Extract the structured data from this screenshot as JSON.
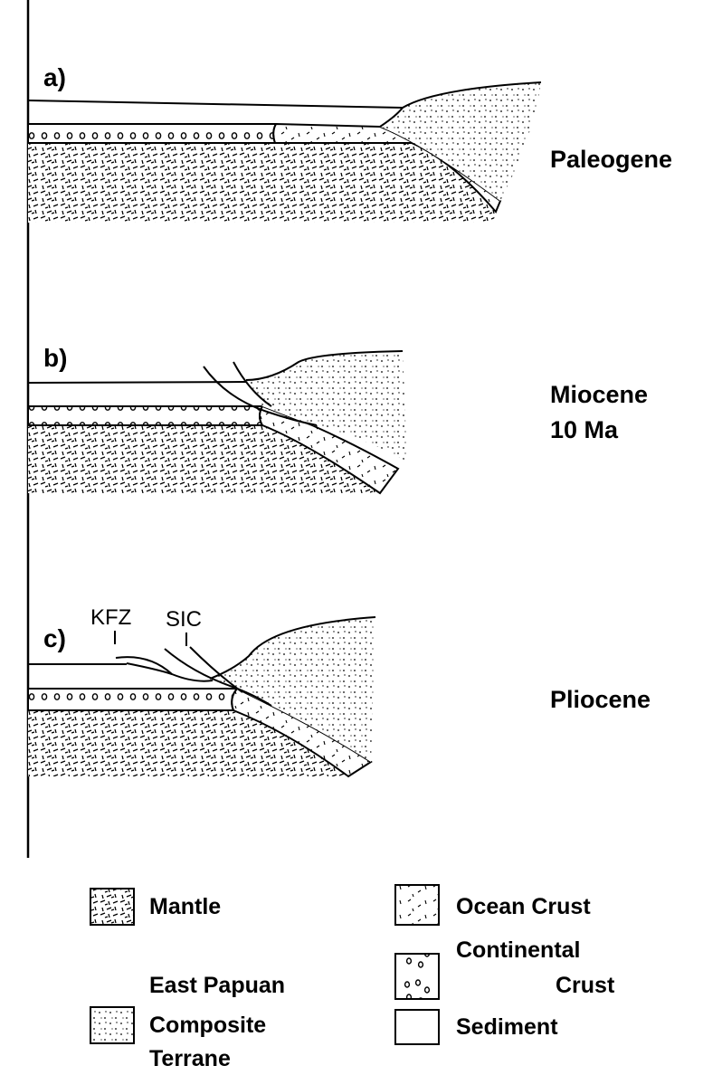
{
  "panels": [
    {
      "id": "a",
      "label": "a)",
      "era": [
        "Paleogene"
      ]
    },
    {
      "id": "b",
      "label": "b)",
      "era": [
        "Miocene",
        "10 Ma"
      ]
    },
    {
      "id": "c",
      "label": "c)",
      "era": [
        "Pliocene"
      ]
    }
  ],
  "faults": [
    {
      "label": "KFZ"
    },
    {
      "label": "SIC"
    }
  ],
  "legend": {
    "mantle": [
      "Mantle"
    ],
    "terrane": [
      "East Papuan",
      "Composite",
      "Terrane"
    ],
    "ocean": [
      "Ocean Crust"
    ],
    "continental": [
      "Continental",
      "Crust"
    ],
    "sediment": [
      "Sediment"
    ]
  }
}
